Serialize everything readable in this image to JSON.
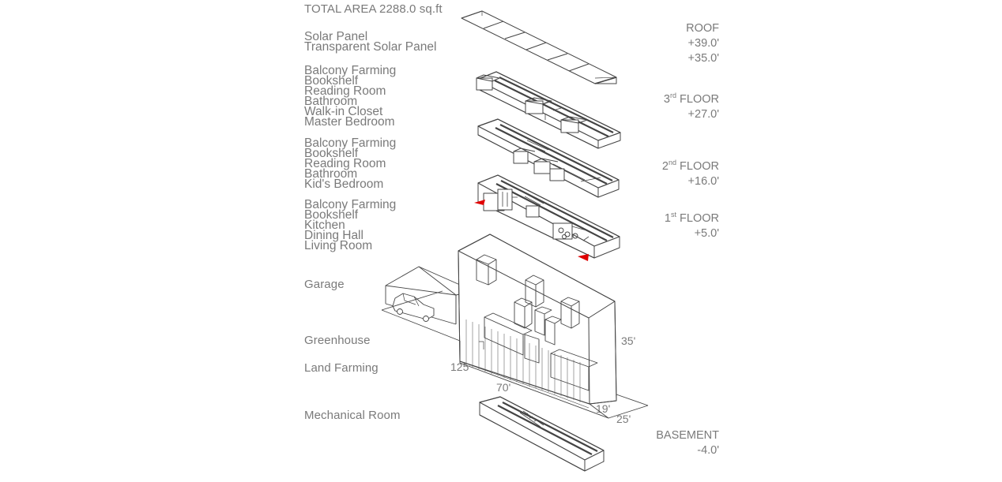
{
  "total_area": "TOTAL AREA 2288.0 sq.ft",
  "label_groups": {
    "roof": [
      "Solar Panel",
      "Transparent Solar Panel"
    ],
    "third": [
      "Balcony Farming",
      "Bookshelf",
      "Reading Room",
      "Bathroom",
      "Walk-in Closet",
      "Master Bedroom"
    ],
    "second": [
      "Balcony Farming",
      "Bookshelf",
      "Reading Room",
      "Bathroom",
      "Kid's Bedroom"
    ],
    "first": [
      "Balcony Farming",
      "Bookshelf",
      "Kitchen",
      "Dining Hall",
      "Living Room"
    ]
  },
  "ground_labels": {
    "garage": "Garage",
    "greenhouse": "Greenhouse",
    "land_farming": "Land Farming",
    "mechanical": "Mechanical Room"
  },
  "levels": {
    "roof": {
      "name": "ROOF",
      "elev1": "+39.0'",
      "elev2": "+35.0'"
    },
    "third": {
      "num": "3",
      "sup": "rd",
      "name": " FLOOR",
      "elev": "+27.0'"
    },
    "second": {
      "num": "2",
      "sup": "nd",
      "name": " FLOOR",
      "elev": "+16.0'"
    },
    "first": {
      "num": "1",
      "sup": "st",
      "name": " FLOOR",
      "elev": "+5.0'"
    },
    "basement": {
      "name": "BASEMENT",
      "elev": "-4.0'"
    }
  },
  "dimensions": {
    "length": "125'",
    "depth": "70'",
    "height": "35'",
    "width_inner": "19'",
    "width_outer": "25'"
  },
  "colors": {
    "line": "#444444",
    "text": "#7a7a7a",
    "entry_arrow": "#e00000"
  }
}
